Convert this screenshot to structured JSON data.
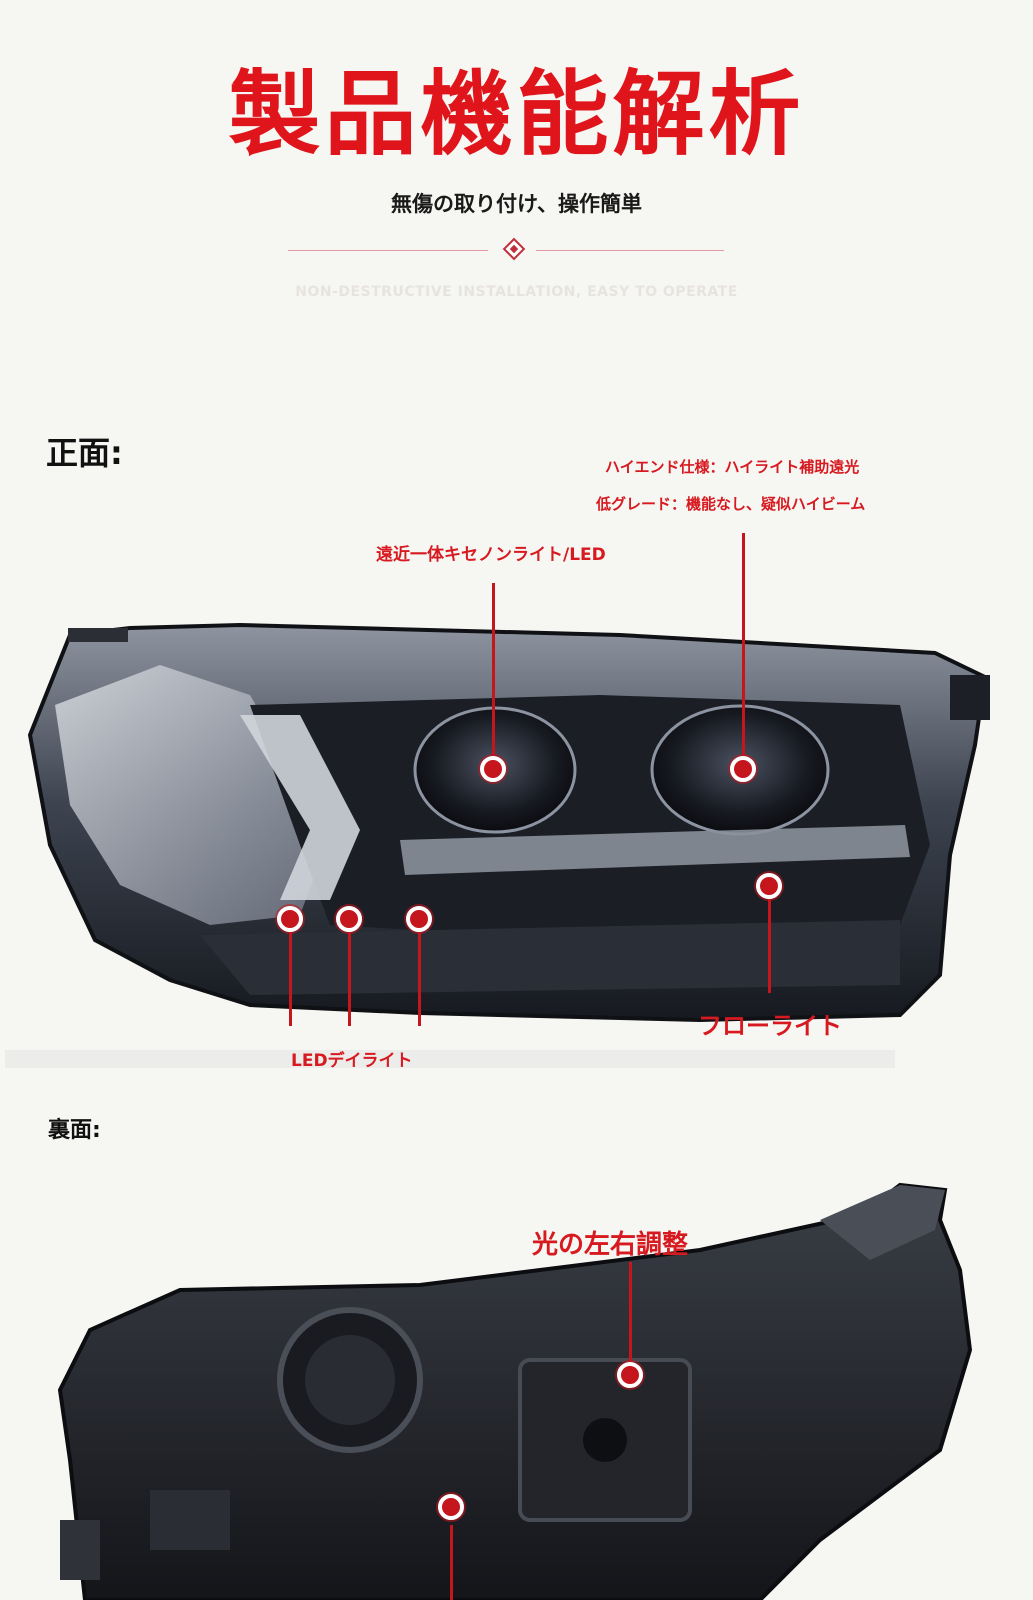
{
  "header": {
    "title": "製品機能解析",
    "subtitle": "無傷の取り付け、操作簡単",
    "english_subtitle": "NON-DESTRUCTIVE INSTALLATION, EASY TO OPERATE"
  },
  "front": {
    "label": "正面:",
    "callouts": {
      "high_end": "ハイエンド仕様：ハイライト補助遠光",
      "low_grade": "低グレード：機能なし、疑似ハイビーム",
      "xenon": "遠近一体キセノンライト/LED",
      "flow": "フローライト",
      "drl": "LEDデイライト"
    }
  },
  "back": {
    "label": "裏面:",
    "callouts": {
      "adjust": "光の左右調整"
    }
  },
  "colors": {
    "accent_red": "#e0141b",
    "callout_red": "#d71920"
  }
}
